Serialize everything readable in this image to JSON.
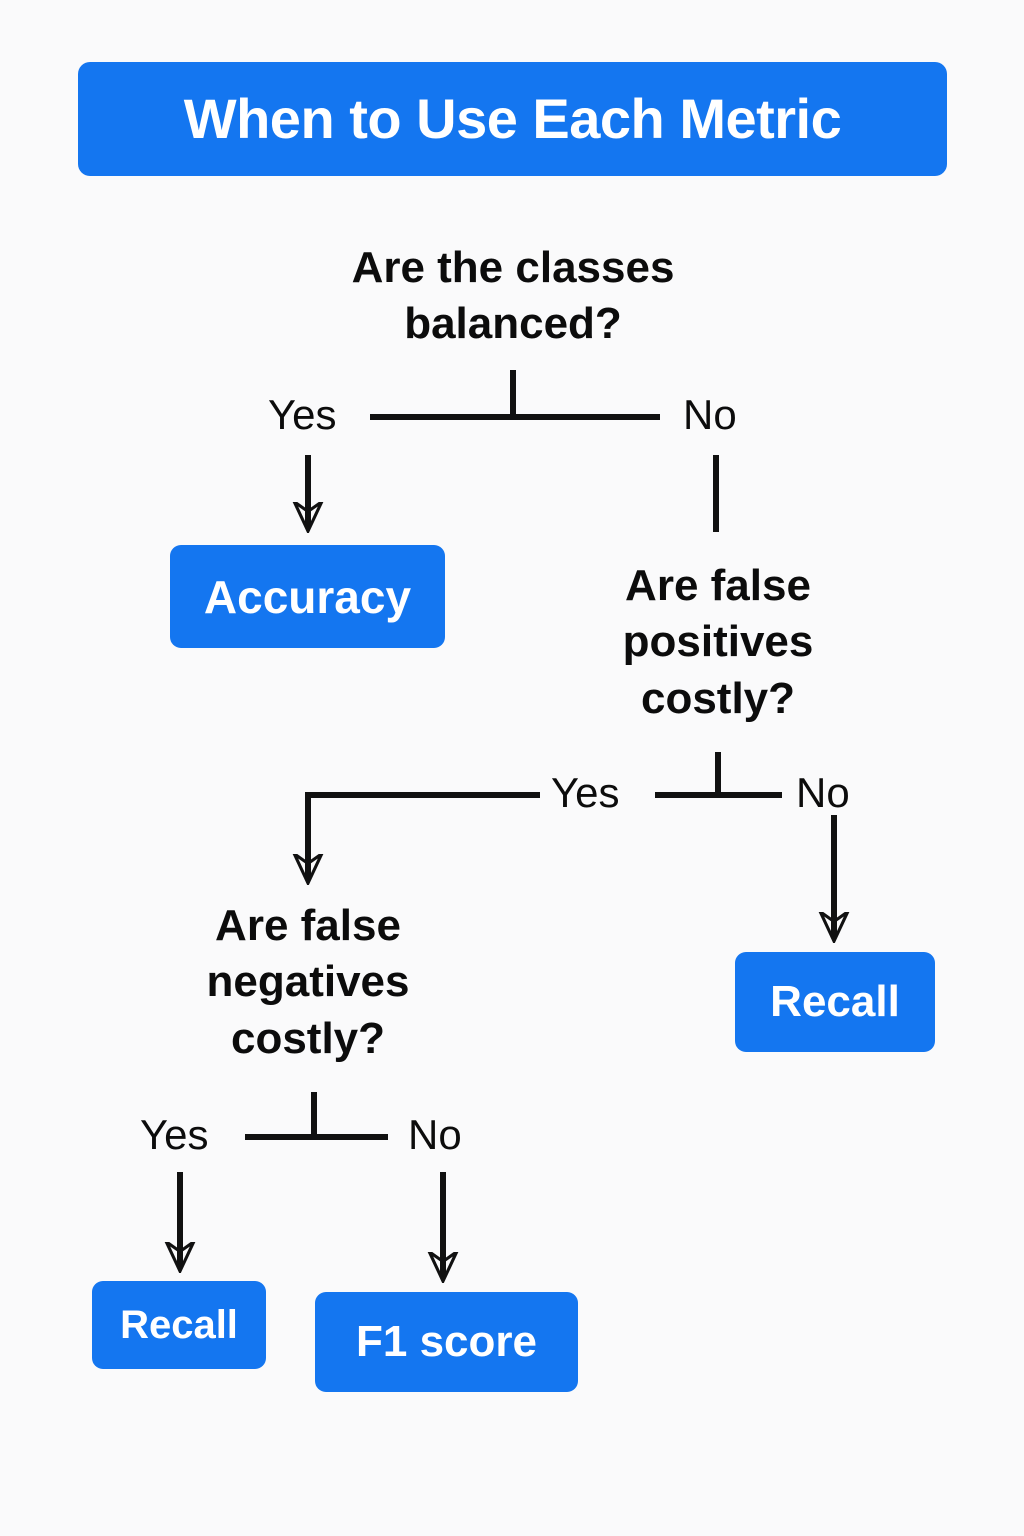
{
  "page": {
    "background_color": "#fafafb",
    "accent_color": "#1476f0",
    "text_color": "#0c0c0c",
    "connector_color": "#111111"
  },
  "title": {
    "text": "When to Use Each Metric"
  },
  "flowchart": {
    "type": "decision-tree",
    "questions": [
      {
        "id": "q1",
        "text": "Are the classes\nbalanced?"
      },
      {
        "id": "q2",
        "text": "Are false\npositives\ncostly?"
      },
      {
        "id": "q3",
        "text": "Are false\nnegatives\ncostly?"
      }
    ],
    "branch_labels": {
      "q1_yes": "Yes",
      "q1_no": "No",
      "q2_yes": "Yes",
      "q2_no": "No",
      "q3_yes": "Yes",
      "q3_no": "No"
    },
    "results": [
      {
        "id": "accuracy",
        "label": "Accuracy"
      },
      {
        "id": "recall-right",
        "label": "Recall"
      },
      {
        "id": "recall-bottom",
        "label": "Recall"
      },
      {
        "id": "f1",
        "label": "F1 score"
      }
    ],
    "edges": [
      {
        "from": "q1",
        "label": "Yes",
        "to": "accuracy"
      },
      {
        "from": "q1",
        "label": "No",
        "to": "q2"
      },
      {
        "from": "q2",
        "label": "Yes",
        "to": "q3"
      },
      {
        "from": "q2",
        "label": "No",
        "to": "recall-right"
      },
      {
        "from": "q3",
        "label": "Yes",
        "to": "recall-bottom"
      },
      {
        "from": "q3",
        "label": "No",
        "to": "f1"
      }
    ]
  }
}
